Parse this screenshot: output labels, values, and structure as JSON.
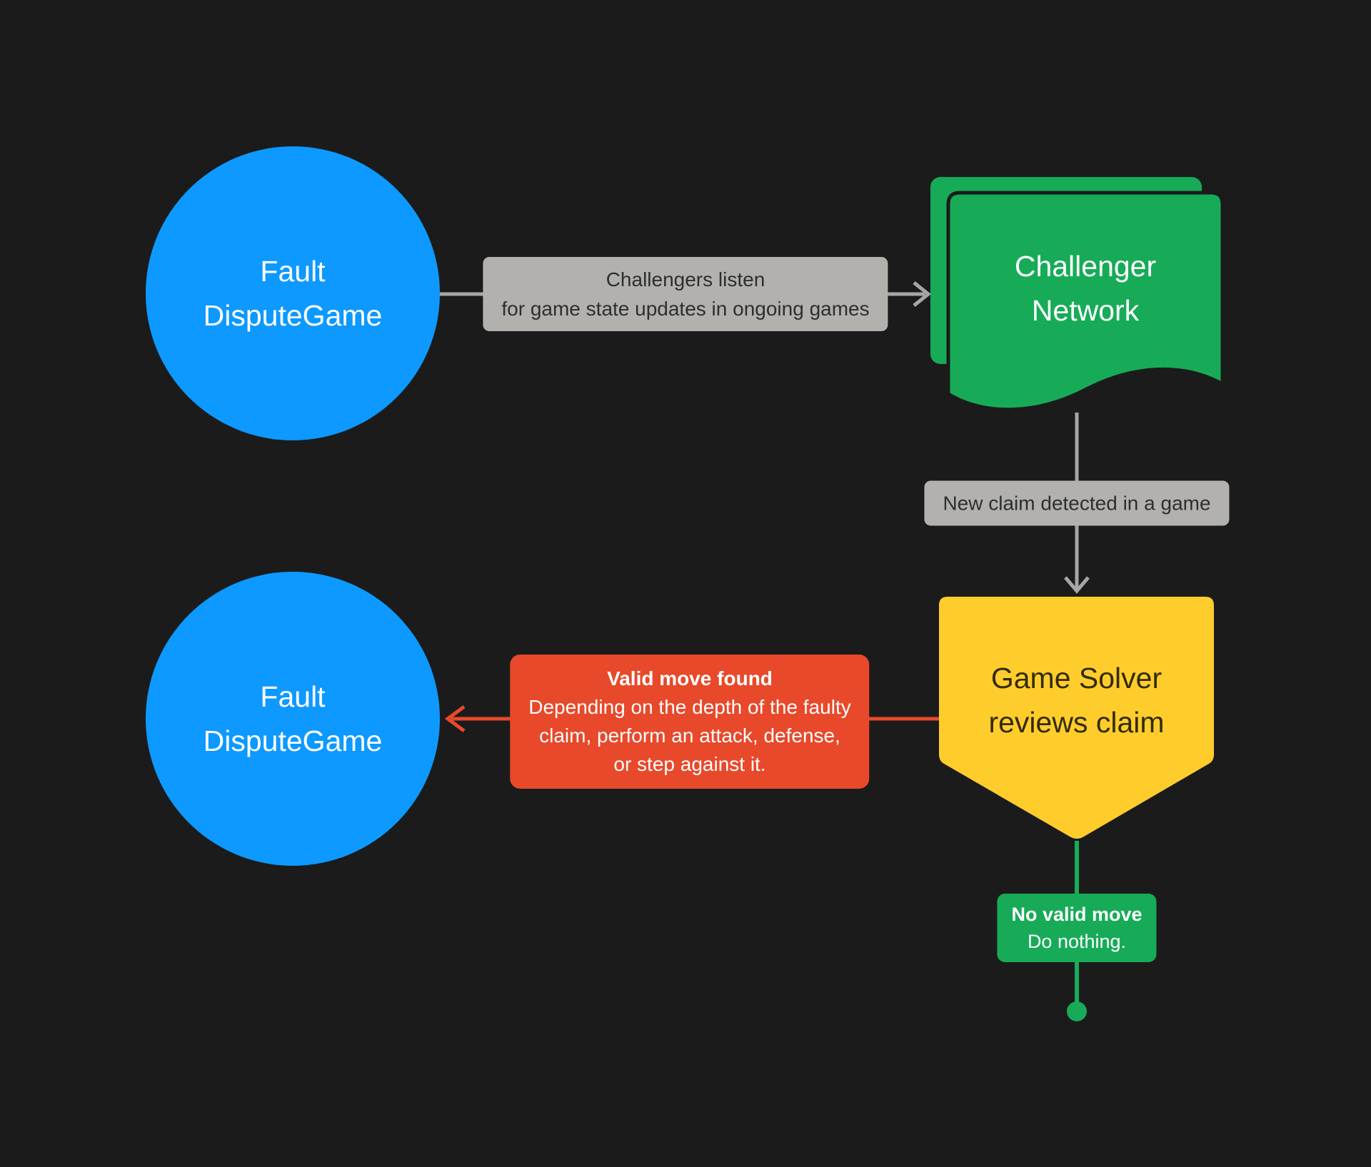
{
  "diagram": {
    "background_color": "#1B1B1B",
    "palette": {
      "node_blue": "#0D99FF",
      "node_green": "#17AB58",
      "node_yellow": "#FFCD2B",
      "callout_red": "#E8492A",
      "label_gray_bg": "#B2B1AE",
      "label_gray_text": "#2E2E2C",
      "connector_gray": "#A6A6A4",
      "pentagon_text": "#332A08",
      "white_text": "#FFFFFF"
    },
    "nodes": {
      "fault_dispute_game_top": {
        "line1": "Fault",
        "line2": "DisputeGame"
      },
      "challenger_network": {
        "line1": "Challenger",
        "line2": "Network"
      },
      "game_solver": {
        "line1": "Game Solver",
        "line2": "reviews claim"
      },
      "fault_dispute_game_bottom": {
        "line1": "Fault",
        "line2": "DisputeGame"
      }
    },
    "edges": {
      "listen_label": {
        "line1": "Challengers listen",
        "line2": "for game state updates in ongoing games"
      },
      "new_claim_label": {
        "text": "New claim detected in a game"
      },
      "valid_move": {
        "title": "Valid move found",
        "body_line1": "Depending on the depth of the faulty",
        "body_line2": "claim, perform an attack, defense,",
        "body_line3": "or step against it."
      },
      "no_valid_move": {
        "title": "No valid move",
        "body": "Do nothing."
      }
    }
  }
}
